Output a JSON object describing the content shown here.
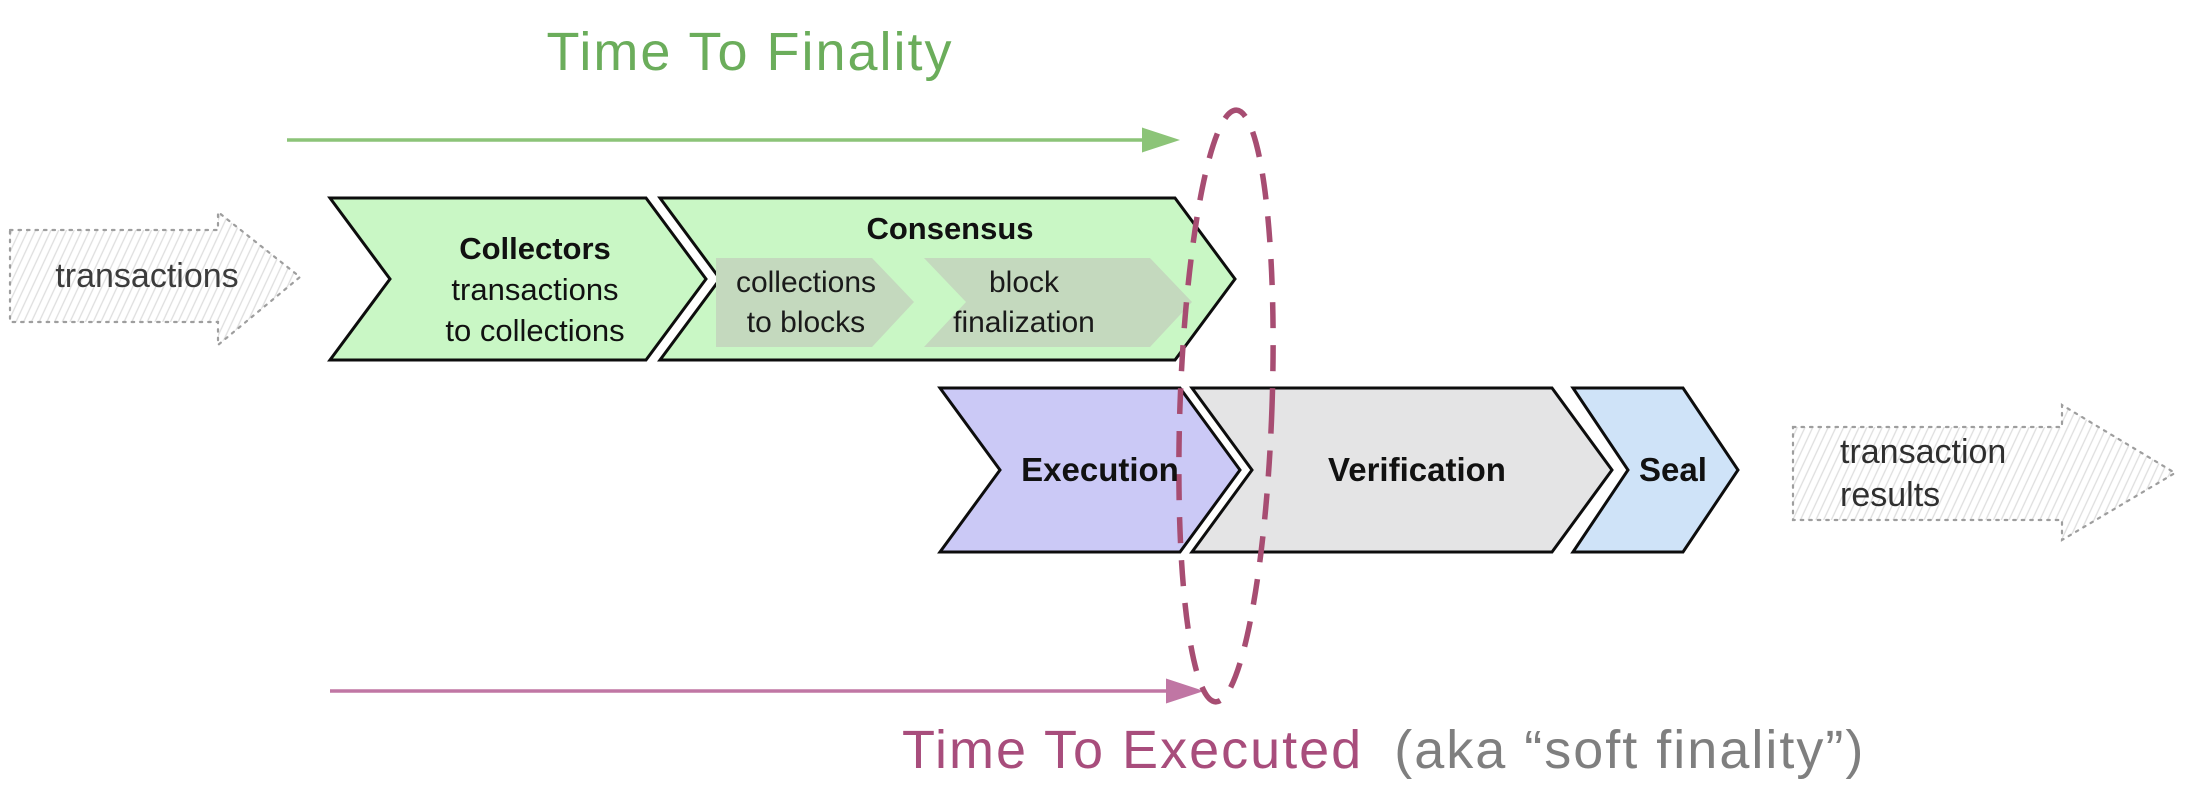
{
  "titles": {
    "time_to_finality": "Time To Finality",
    "time_to_executed": "Time To Executed",
    "time_to_executed_note": "(aka “soft finality”)"
  },
  "input_arrow": {
    "label": "transactions"
  },
  "output_arrow": {
    "line1": "transaction",
    "line2": "results"
  },
  "pipeline": {
    "collectors": {
      "title": "Collectors",
      "subtitle_line1": "transactions",
      "subtitle_line2": "to collections"
    },
    "consensus": {
      "title": "Consensus",
      "steps": [
        {
          "line1": "collections",
          "line2": "to blocks"
        },
        {
          "line1": "block",
          "line2": "finalization"
        }
      ]
    },
    "execution": {
      "title": "Execution"
    },
    "verification": {
      "title": "Verification"
    },
    "seal": {
      "title": "Seal"
    }
  },
  "colors": {
    "chevron_green": "#c9f7c5",
    "chevron_sub_green": "#c4d9be",
    "chevron_lavender": "#cbc9f6",
    "chevron_gray": "#e4e4e5",
    "chevron_blue": "#cfe3f8",
    "chevron_outline": "#0d0d0d",
    "finality_green_text": "#6bad5b",
    "finality_green_arrow": "#8cc478",
    "executed_pink_text": "#a84d7c",
    "executed_pink_arrow": "#c076a4",
    "ellipse_pink": "#a74d72",
    "note_gray_text": "#7f7f7f"
  }
}
